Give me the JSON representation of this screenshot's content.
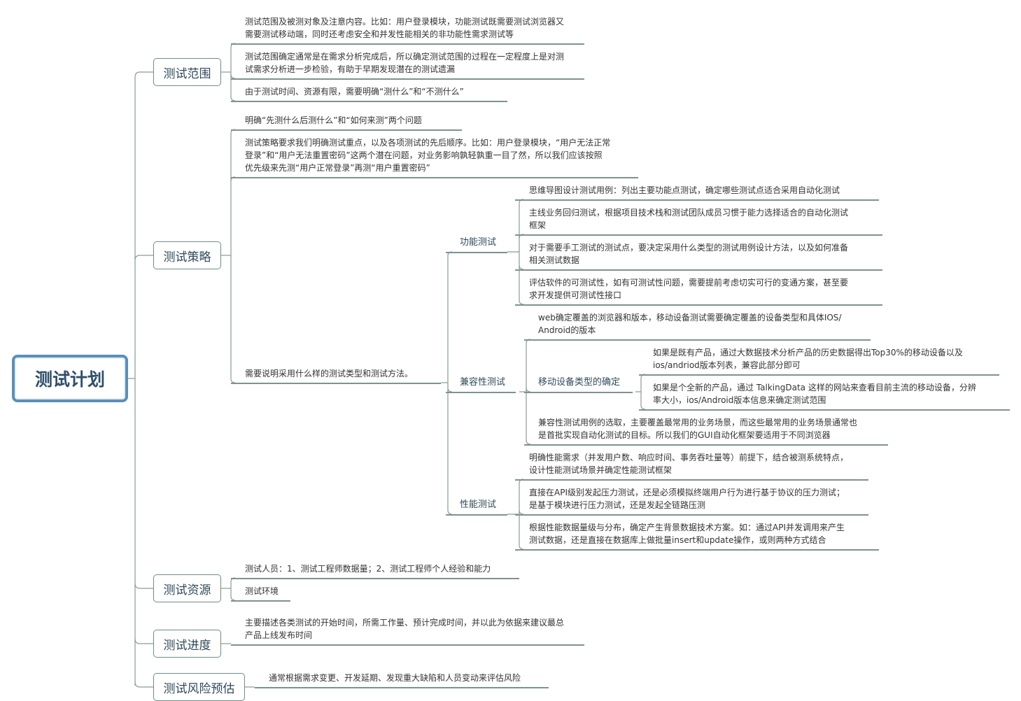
{
  "root": {
    "label": "测试计划"
  },
  "branches": {
    "scope": {
      "label": "测试范围",
      "items": [
        [
          "测试范围及被测对象及注意内容。比如：用户登录模块，功能测试既需要测试浏览器又",
          "需要测试移动端，同时还考虑安全和并发性能相关的非功能性需求测试等"
        ],
        [
          "测试范围确定通常是在需求分析完成后，所以确定测试范围的过程在一定程度上是对测",
          "试需求分析进一步检验，有助于早期发现潜在的测试遗漏"
        ],
        [
          "由于测试时间、资源有限，需要明确“测什么”和“不测什么”"
        ]
      ]
    },
    "strategy": {
      "label": "测试策略",
      "items": [
        [
          "明确“先测什么后测什么”和“如何来测”两个问题"
        ],
        [
          "测试策略要求我们明确测试重点，以及各项测试的先后顺序。比如：用户登录模块，“用户无法正常",
          "登录”和“用户无法重置密码”这两个潜在问题，对业务影响孰轻孰重一目了然，所以我们应该按照",
          "优先级来先测“用户正常登录”再测“用户重置密码”"
        ],
        [
          "需要说明采用什么样的测试类型和测试方法。"
        ]
      ],
      "functional": {
        "label": "功能测试",
        "items": [
          [
            "思维导图设计测试用例：列出主要功能点测试，确定哪些测试点适合采用自动化测试"
          ],
          [
            "主线业务回归测试，根据项目技术栈和测试团队成员习惯于能力选择适合的自动化测试",
            "框架"
          ],
          [
            "对于需要手工测试的测试点，要决定采用什么类型的测试用例设计方法，以及如何准备",
            "相关测试数据"
          ],
          [
            "评估软件的可测试性，如有可测试性问题，需要提前考虑切实可行的变通方案，甚至要",
            "求开发提供可测试性接口"
          ]
        ]
      },
      "compatibility": {
        "label": "兼容性测试",
        "items": [
          [
            "web确定覆盖的浏览器和版本，移动设备测试需要确定覆盖的设备类型和具体IOS/",
            "Android的版本"
          ],
          [
            "兼容性测试用例的选取，主要覆盖最常用的业务场景，而这些最常用的业务场景通常也",
            "是首批实现自动化测试的目标。所以我们的GUI自动化框架要适用于不同浏览器"
          ]
        ],
        "device": {
          "label": "移动设备类型的确定",
          "items": [
            [
              "如果是既有产品，通过大数据技术分析产品的历史数据得出Top30%的移动设备以及",
              "ios/andriod版本列表，兼容此部分即可"
            ],
            [
              "如果是个全新的产品，通过 TalkingData 这样的网站来查看目前主流的移动设备，分辨",
              "率大小，ios/Android版本信息来确定测试范围"
            ]
          ]
        }
      },
      "performance": {
        "label": "性能测试",
        "items": [
          [
            "明确性能需求（并发用户数、响应时间、事务吞吐量等）前提下，结合被测系统特点，",
            "设计性能测试场景并确定性能测试框架"
          ],
          [
            "直接在API级别发起压力测试，还是必须模拟终端用户行为进行基于协议的压力测试；",
            "是基于模块进行压力测试，还是发起全链路压测"
          ],
          [
            "根据性能数据量级与分布，确定产生背景数据技术方案。如：通过API并发调用来产生",
            "测试数据，还是直接在数据库上做批量insert和update操作，或则两种方式结合"
          ]
        ]
      }
    },
    "resources": {
      "label": "测试资源",
      "items": [
        [
          "测试人员：1、测试工程师数据量；2、测试工程师个人经验和能力"
        ],
        [
          "测试环境"
        ]
      ]
    },
    "schedule": {
      "label": "测试进度",
      "items": [
        [
          "主要描述各类测试的开始时间，所需工作量、预计完成时间，并以此为依据来建议最总",
          "产品上线发布时间"
        ]
      ]
    },
    "risk": {
      "label": "测试风险预估",
      "items": [
        [
          "通常根据需求变更、开发延期、发现重大缺陷和人员变动来评估风险"
        ]
      ]
    }
  }
}
